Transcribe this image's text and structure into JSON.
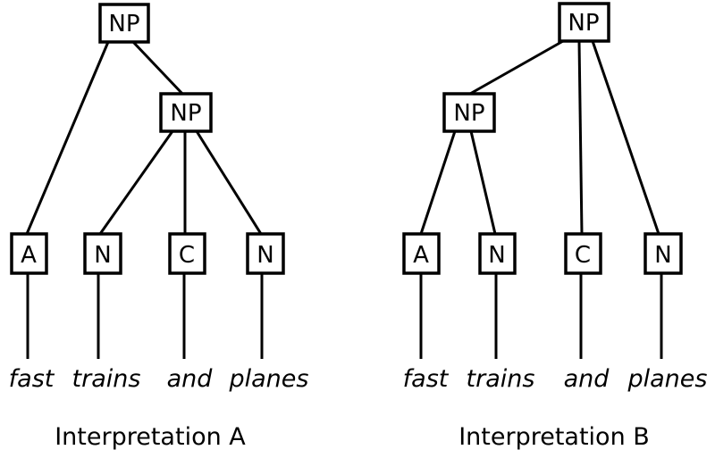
{
  "diagram": {
    "background_color": "#ffffff",
    "line_color": "#000000",
    "tree_a": {
      "caption": "Interpretation A",
      "root_label": "NP",
      "inner_label": "NP",
      "leaf_labels": [
        "A",
        "N",
        "C",
        "N"
      ],
      "words": [
        "fast",
        "trains",
        "and",
        "planes"
      ]
    },
    "tree_b": {
      "caption": "Interpretation B",
      "root_label": "NP",
      "inner_label": "NP",
      "leaf_labels": [
        "A",
        "N",
        "C",
        "N"
      ],
      "words": [
        "fast",
        "trains",
        "and",
        "planes"
      ]
    }
  }
}
